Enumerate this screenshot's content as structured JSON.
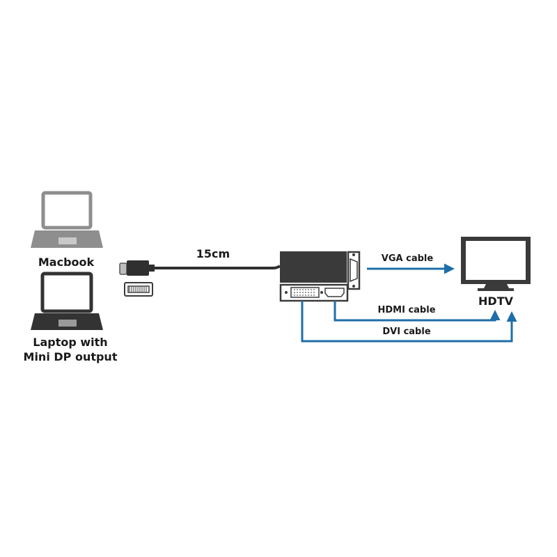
{
  "colors": {
    "cable_blue": "#1e6ea8",
    "device_dark": "#3a3a3a",
    "device_grey": "#9a9a9a",
    "screen_light": "#ffffff"
  },
  "left_devices": {
    "macbook_label": "Macbook",
    "laptop_label_line1": "Laptop with",
    "laptop_label_line2": "Mini DP output"
  },
  "adapter": {
    "cable_length": "15cm"
  },
  "outputs": {
    "vga_label": "VGA cable",
    "hdmi_label": "HDMI cable",
    "dvi_label": "DVI cable"
  },
  "display": {
    "label": "HDTV"
  }
}
